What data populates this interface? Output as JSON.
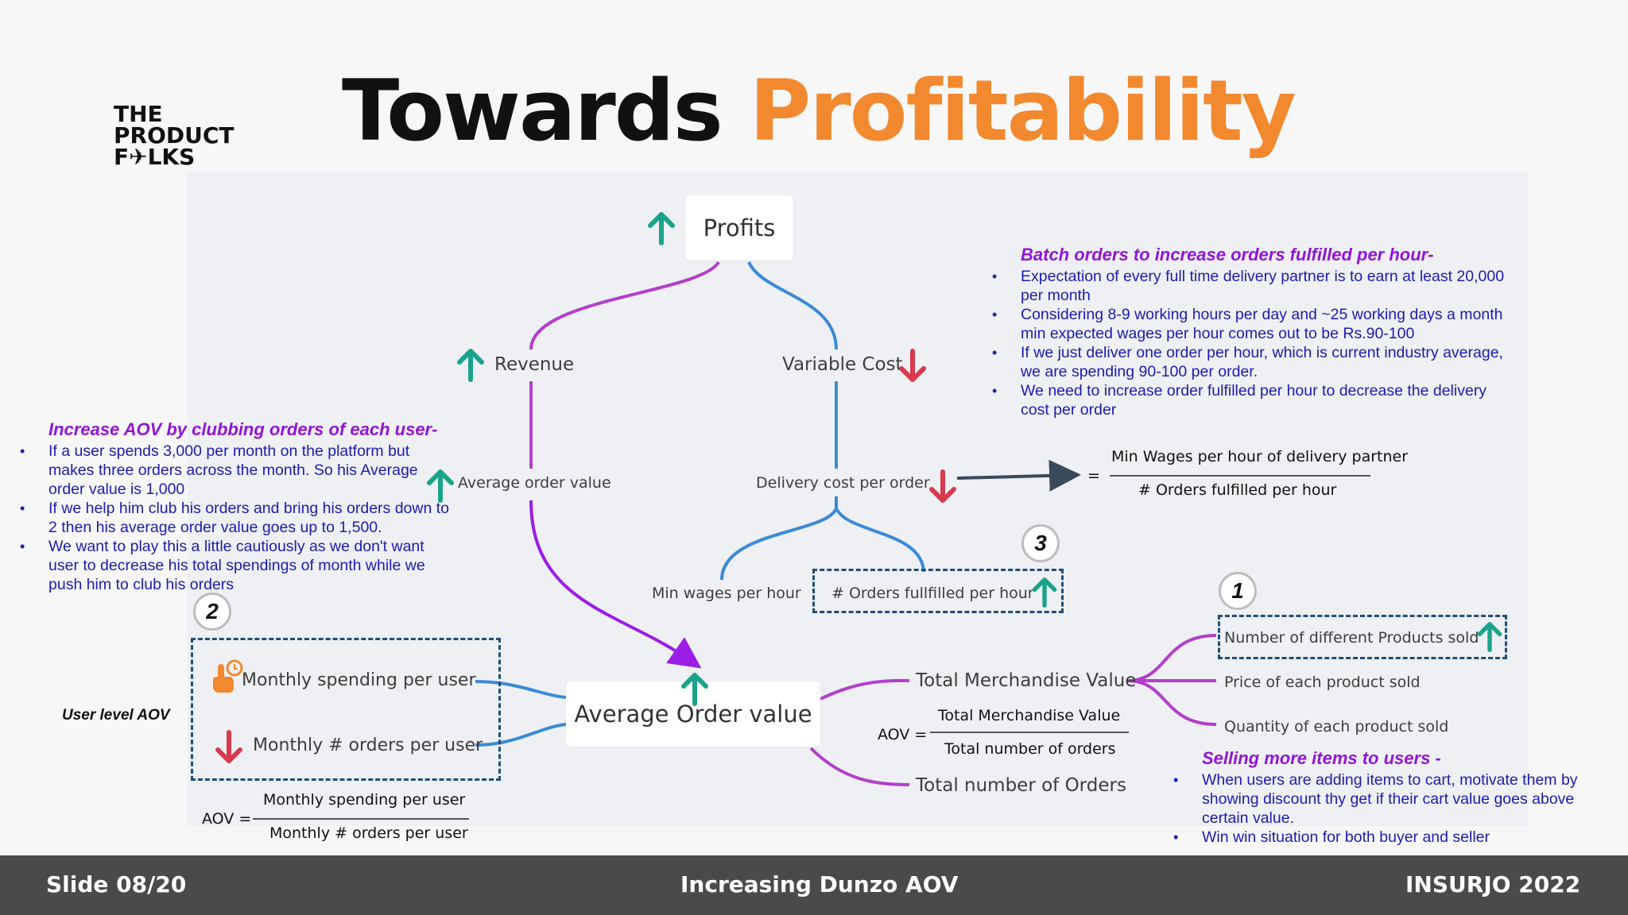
{
  "logo": {
    "line1": "THE",
    "line2": "PRODUCT",
    "line3": "F✈LKS"
  },
  "title": {
    "part1": "Towards ",
    "part2": "Profitability"
  },
  "colors": {
    "accent_orange": "#f2892f",
    "purple": "#9214d6",
    "blue_text": "#1c1cb0",
    "teal_up": "#1aa38a",
    "red_down": "#d9394e",
    "dash_box": "#1f4e79",
    "footer_bg": "#4a4a4a"
  },
  "tree": {
    "profits": "Profits",
    "revenue": "Revenue",
    "variable_cost": "Variable Cost",
    "average_order_value_branch": "Average order value",
    "delivery_cost_per_order": "Delivery cost per order",
    "min_wages_per_hour": "Min wages per hour",
    "orders_fulfilled_per_hour": "# Orders fullfilled per hour",
    "aov_center": "Average Order value",
    "monthly_spending_per_user": "Monthly spending per user",
    "monthly_orders_per_user": "Monthly # orders per user",
    "total_merchandise_value": "Total Merchandise Value",
    "total_number_of_orders": "Total number of Orders",
    "number_of_different_products": "Number of different Products sold",
    "price_of_each_product": "Price of each product sold",
    "quantity_of_each_product": "Quantity of each product sold",
    "user_level_aov": "User level AOV"
  },
  "formulas": {
    "wages": {
      "numerator": "Min Wages per hour of delivery partner",
      "eq": "=",
      "denominator": "# Orders fulfilled per hour"
    },
    "aov_tmv": {
      "lhs": "AOV =",
      "numerator": "Total Merchandise Value",
      "denominator": "Total number of orders"
    },
    "aov_user": {
      "lhs": "AOV =",
      "numerator": "Monthly spending per user",
      "denominator": "Monthly # orders per user"
    }
  },
  "badges": {
    "b1": "1",
    "b2": "2",
    "b3": "3"
  },
  "notes": {
    "batch": {
      "heading": "Batch orders to increase orders fulfilled per hour-",
      "items": [
        "Expectation of every full time delivery partner is to earn at least 20,000 per month",
        "Considering 8-9 working hours per day and ~25 working days a month min expected wages per hour comes out to be Rs.90-100",
        "If we just deliver one order per hour, which is current industry average, we are spending 90-100 per order.",
        "We need to increase order fulfilled per hour to decrease the delivery cost per order"
      ]
    },
    "aov": {
      "heading": "Increase AOV by clubbing orders of each user-",
      "items": [
        "If a user spends 3,000 per month on the platform but makes three orders across the month. So his Average order value is 1,000",
        "If we help him club his orders and bring his orders down to 2 then his average order value goes up to 1,500.",
        "We want to play this a little cautiously as we don't want user to decrease his total spendings of month while we push him to club his orders"
      ]
    },
    "selling": {
      "heading": "Selling more items to users -",
      "items": [
        "When users are adding items to cart, motivate them by showing discount thy get if their cart value goes above certain value.",
        "Win win situation for both buyer and seller"
      ]
    }
  },
  "footer": {
    "slide": "Slide 08/20",
    "center": "Increasing Dunzo AOV",
    "right": "INSURJO 2022"
  }
}
